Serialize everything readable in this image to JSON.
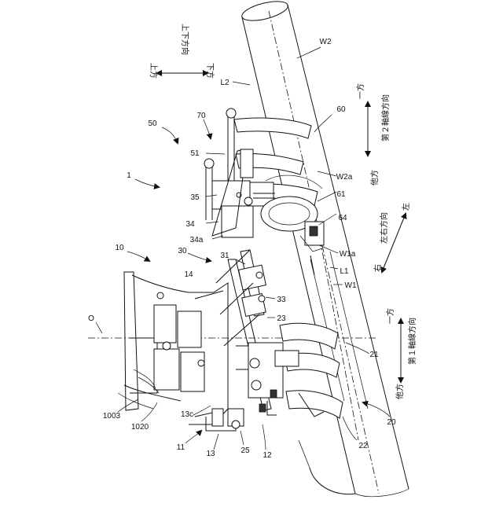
{
  "reference_labels": {
    "r1": "1",
    "r10": "10",
    "r11": "11",
    "r12": "12",
    "r13": "13",
    "r13c": "13c",
    "r14": "14",
    "r20": "20",
    "r21": "21",
    "r22": "22",
    "r23": "23",
    "r25": "25",
    "r30": "30",
    "r31": "31",
    "r33": "33",
    "r34": "34",
    "r34a": "34a",
    "r35": "35",
    "r50": "50",
    "r51": "51",
    "r60": "60",
    "r61": "61",
    "r64": "64",
    "r70": "70",
    "r1003": "1003",
    "r1020": "1020",
    "rO": "O",
    "rL1": "L1",
    "rL2": "L2",
    "rW1": "W1",
    "rW1a": "W1a",
    "rW2": "W2",
    "rW2a": "W2a"
  },
  "direction_labels": {
    "vertical_direction": "上下方向",
    "up": "上方",
    "down": "下方",
    "second_axis_direction": "第２軸線方向",
    "second_one_side": "一方",
    "second_other_side": "他方",
    "left_right_direction": "左右方向",
    "left": "左",
    "right": "右",
    "first_axis_direction": "第１軸線方向",
    "first_one_side": "一方",
    "first_other_side": "他方"
  }
}
